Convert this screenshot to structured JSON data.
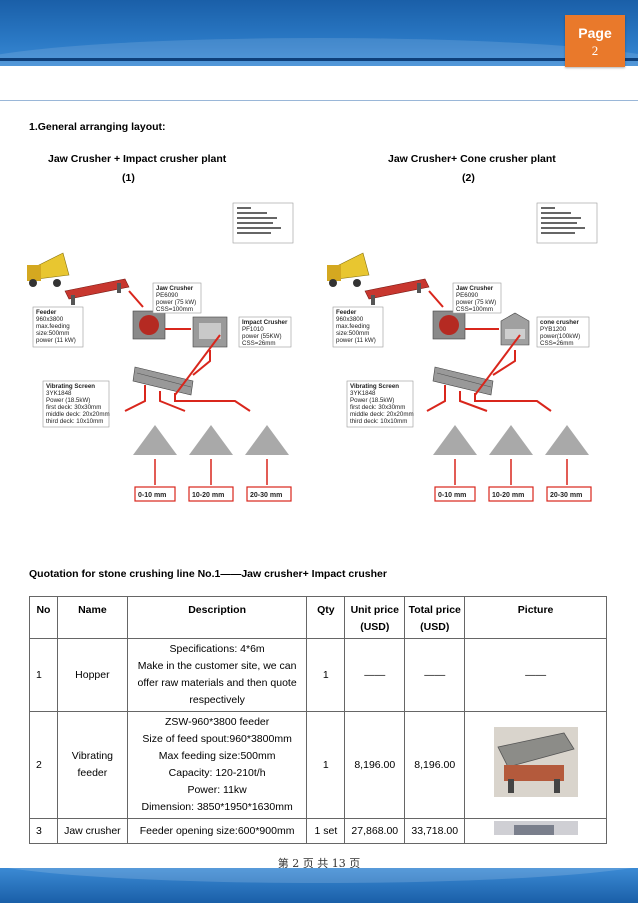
{
  "header": {
    "page_label": "Page",
    "page_number": "2"
  },
  "section1": {
    "heading": "1.General arranging layout:",
    "left_title": "Jaw Crusher + Impact crusher plant",
    "left_sub": "(1)",
    "right_title": "Jaw Crusher+ Cone crusher plant",
    "right_sub": "(2)"
  },
  "diagram_left": {
    "feeder": [
      "Feeder",
      "960x3800",
      "max.feeding",
      "size:500mm",
      "power (11 kW)"
    ],
    "jaw": [
      "Jaw Crusher",
      "PE6090",
      "power (75 kW)",
      "CSS=100mm"
    ],
    "crusher2": [
      "Impact Crusher",
      "PF1010",
      "power (55KW)",
      "CSS=26mm"
    ],
    "screen": [
      "Vibrating Screen",
      "3YK1848",
      "Power (18.5kW)",
      "first deck:    30x30mm",
      "middle deck:  20x20mm",
      "third deck:    10x10mm"
    ],
    "outputs": [
      "0-10 mm",
      "10-20 mm",
      "20-30 mm"
    ]
  },
  "diagram_right": {
    "feeder": [
      "Feeder",
      "960x3800",
      "max.feeding",
      "size:500mm",
      "power (11 kW)"
    ],
    "jaw": [
      "Jaw Crusher",
      "PE6090",
      "power (75 kW)",
      "CSS=100mm"
    ],
    "crusher2": [
      "cone crusher",
      "PYB1200",
      "power(100kW)",
      "CSS=26mm"
    ],
    "screen": [
      "Vibrating Screen",
      "3YK1848",
      "Power (18.5kW)",
      "first deck:    30x30mm",
      "middle deck:  20x20mm",
      "third deck:    10x10mm"
    ],
    "outputs": [
      "0-10 mm",
      "10-20 mm",
      "20-30 mm"
    ]
  },
  "quotation": {
    "title": "Quotation for stone crushing line No.1——Jaw crusher+ Impact crusher",
    "headers": [
      "No",
      "Name",
      "Description",
      "Qty",
      "Unit price (USD)",
      "Total price (USD)",
      "Picture"
    ],
    "rows": [
      {
        "no": "1",
        "name": "Hopper",
        "desc": [
          "Specifications: 4*6m",
          "Make in the customer site, we can offer raw materials and then quote respectively"
        ],
        "qty": "1",
        "unit": "——",
        "total": "——",
        "picture": "——"
      },
      {
        "no": "2",
        "name": "Vibrating feeder",
        "desc": [
          "ZSW-960*3800 feeder",
          "Size of feed spout:960*3800mm",
          "Max feeding size:500mm",
          "Capacity: 120-210t/h",
          "Power: 11kw",
          "Dimension: 3850*1950*1630mm"
        ],
        "qty": "1",
        "unit": "8,196.00",
        "total": "8,196.00",
        "picture": ""
      },
      {
        "no": "3",
        "name": "Jaw crusher",
        "desc": [
          "Feeder opening size:600*900mm"
        ],
        "qty": "1 set",
        "unit": "27,868.00",
        "total": "33,718.00",
        "picture": ""
      }
    ]
  },
  "footer": {
    "page_text": "第 2 页 共 13 页"
  },
  "colors": {
    "header_blue": "#2a78c4",
    "page_badge": "#e9792b",
    "arrow_red": "#d9261c"
  }
}
